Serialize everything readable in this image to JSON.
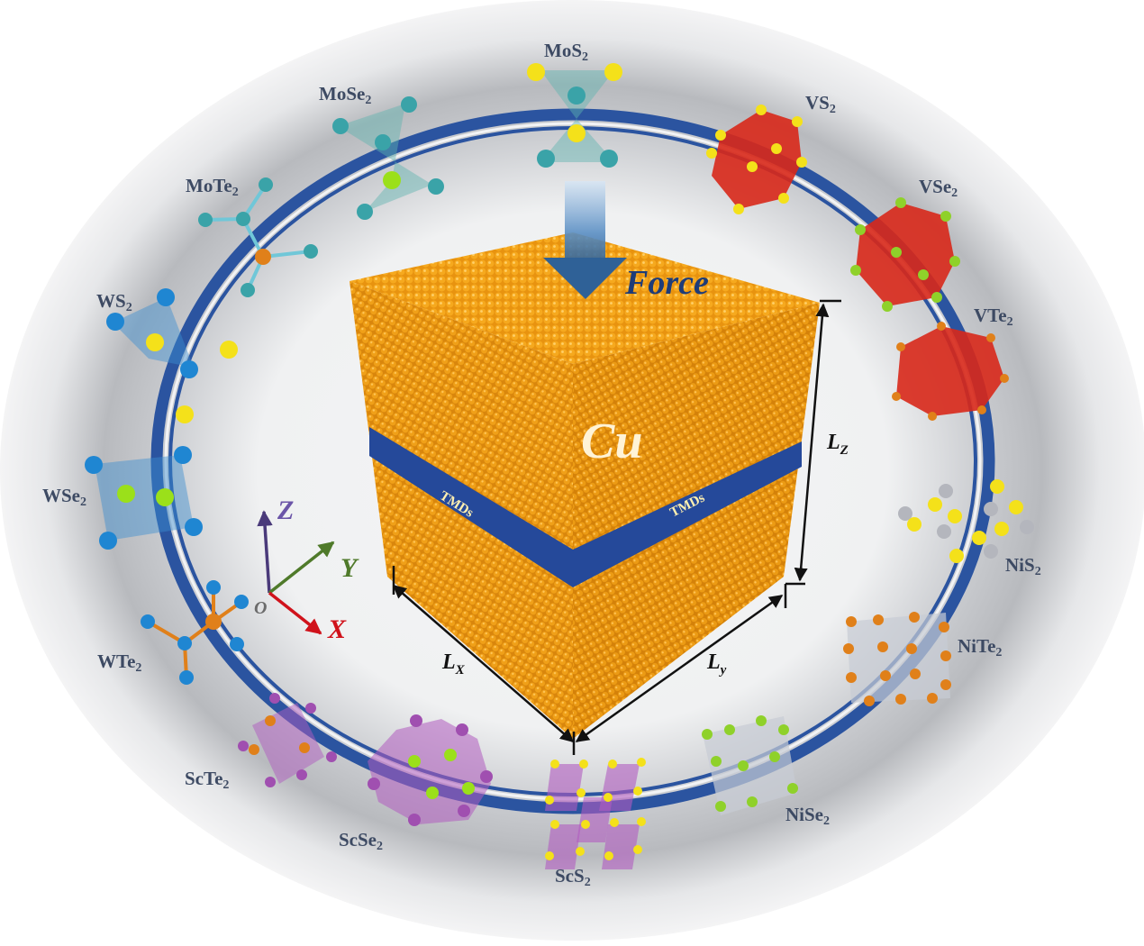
{
  "figure": {
    "central_material": "Cu",
    "interface_label": "TMDs",
    "force_label": "Force",
    "dimension_labels": {
      "x": "L",
      "x_sub": "X",
      "y": "L",
      "y_sub": "y",
      "z": "L",
      "z_sub": "Z"
    },
    "axes": {
      "origin": "O",
      "x": "X",
      "y": "Y",
      "z": "Z",
      "colors": {
        "x": "#d0121b",
        "y": "#4f7a2a",
        "z": "#6b55a8",
        "origin": "#6b6b6b"
      }
    },
    "colors": {
      "copper": "#f2a21a",
      "tmd_band": "#25499a",
      "ring": "#2b54a0",
      "label": "#3d4a63",
      "force_arrow": "#3a6ea5",
      "cu_text": "#fff3d6",
      "tmd_text": "#fff0b0"
    }
  },
  "tmd_materials": [
    {
      "id": "mos2",
      "base": "MoS",
      "sub": "2"
    },
    {
      "id": "mose2",
      "base": "MoSe",
      "sub": "2"
    },
    {
      "id": "mote2",
      "base": "MoTe",
      "sub": "2"
    },
    {
      "id": "ws2",
      "base": "WS",
      "sub": "2"
    },
    {
      "id": "wse2",
      "base": "WSe",
      "sub": "2"
    },
    {
      "id": "wte2",
      "base": "WTe",
      "sub": "2"
    },
    {
      "id": "scte2",
      "base": "ScTe",
      "sub": "2"
    },
    {
      "id": "scse2",
      "base": "ScSe",
      "sub": "2"
    },
    {
      "id": "scs2",
      "base": "ScS",
      "sub": "2"
    },
    {
      "id": "nise2",
      "base": "NiSe",
      "sub": "2"
    },
    {
      "id": "nite2",
      "base": "NiTe",
      "sub": "2"
    },
    {
      "id": "nis2",
      "base": "NiS",
      "sub": "2"
    },
    {
      "id": "vte2",
      "base": "VTe",
      "sub": "2"
    },
    {
      "id": "vse2",
      "base": "VSe",
      "sub": "2"
    },
    {
      "id": "vs2",
      "base": "VS",
      "sub": "2"
    }
  ]
}
